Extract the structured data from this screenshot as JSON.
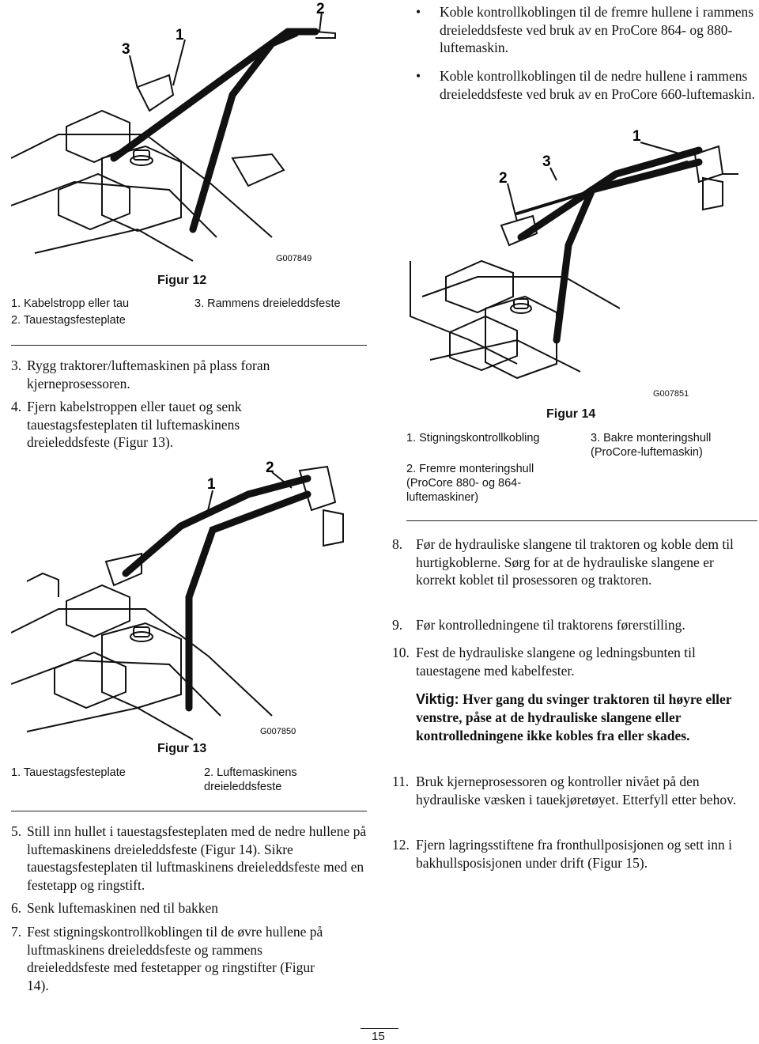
{
  "bullets": [
    "Koble kontrollkoblingen til de fremre hullene i rammens dreieleddsfeste ved bruk av en ProCore 864- og 880-luftemaskin.",
    "Koble kontrollkoblingen til de nedre hullene i rammens dreieleddsfeste ved bruk av en ProCore 660-luftemaskin."
  ],
  "fig12": {
    "callouts": [
      "3",
      "1",
      "2"
    ],
    "code": "G007849",
    "caption": "Figur 12",
    "legend": [
      "1. Kabelstropp eller tau",
      "2. Tauestagsfesteplate",
      "3. Rammens dreieleddsfeste"
    ]
  },
  "fig13": {
    "callouts": [
      "1",
      "2"
    ],
    "code": "G007850",
    "caption": "Figur 13",
    "legend": [
      "1. Tauestagsfesteplate",
      "2. Luftemaskinens dreieleddsfeste"
    ]
  },
  "fig14": {
    "callouts": [
      "1",
      "2",
      "3"
    ],
    "code": "G007851",
    "caption": "Figur 14",
    "legend": [
      "1. Stigningskontrollkobling",
      "2. Fremre monteringshull (ProCore 880- og 864-luftemaskiner)",
      "3. Bakre monteringshull (ProCore-luftemaskin)"
    ]
  },
  "steps_left": [
    {
      "num": "3.",
      "text": "Rygg traktorer/luftemaskinen på plass foran kjerneprosessoren."
    },
    {
      "num": "4.",
      "text": "Fjern kabelstroppen eller tauet og senk tauestagsfesteplaten til luftemaskinens dreieleddsfeste (Figur 13)."
    },
    {
      "num": "5.",
      "text": "Still inn hullet i tauestagsfesteplaten med de nedre hullene på luftemaskinens dreieleddsfeste (Figur 14). Sikre tauestagsfesteplaten til luftmaskinens dreieleddsfeste med en festetapp og ringstift."
    },
    {
      "num": "6.",
      "text": "Senk luftemaskinen ned til bakken"
    },
    {
      "num": "7.",
      "text": "Fest stigningskontrollkoblingen til de øvre hullene på luftmaskinens dreieleddsfeste og rammens dreieleddsfeste med festetapper og ringstifter (Figur 14)."
    }
  ],
  "steps_right": [
    {
      "num": "8.",
      "text": "Før de hydrauliske slangene til traktoren og koble dem til hurtigkoblerne. Sørg for at de hydrauliske slangene er korrekt koblet til prosessoren og traktoren."
    },
    {
      "num": "9.",
      "text": "Før kontrolledningene til traktorens førerstilling."
    },
    {
      "num": "10.",
      "text": "Fest de hydrauliske slangene og ledningsbunten til tauestagene med kabelfester."
    },
    {
      "num": "11.",
      "text": "Bruk kjerneprosessoren og kontroller nivået på den hydrauliske væsken i tauekjøretøyet. Etterfyll etter behov."
    },
    {
      "num": "12.",
      "text": "Fjern lagringsstiftene fra fronthullposisjonen og sett inn i bakhullsposisjonen under drift (Figur 15)."
    }
  ],
  "important": {
    "label": "Viktig:",
    "text": "Hver gang du svinger traktoren til høyre eller venstre, påse at de hydrauliske slangene eller kontrolledningene ikke kobles fra eller skades."
  },
  "page_number": "15"
}
